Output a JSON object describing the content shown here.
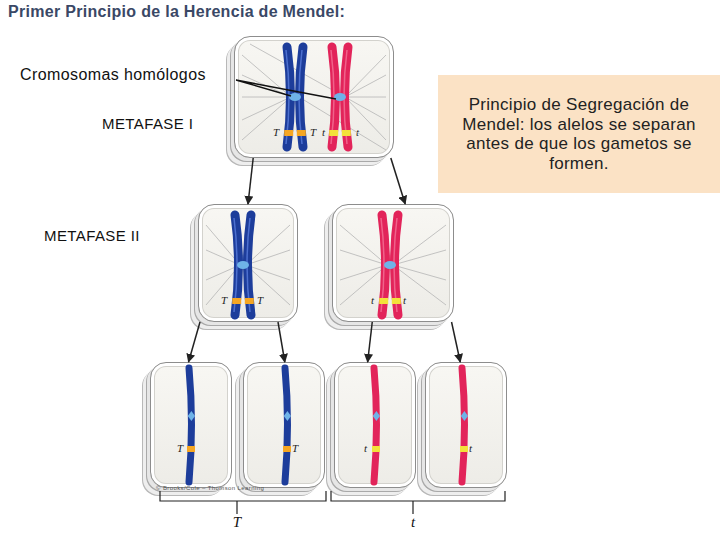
{
  "diagram": {
    "title": "Primer Principio de la Herencia de Mendel:",
    "nodes": [
      {
        "text": [
          "T",
          "T",
          "t",
          "t"
        ]
      },
      {
        "text": [
          "Principio de Segregación de Mendel: los alelos se separan antes de que los gametos se formen."
        ]
      },
      {
        "text": [
          "T",
          "T"
        ]
      },
      {
        "text": [
          "t",
          "t"
        ]
      },
      {
        "text": [
          "T"
        ]
      },
      {
        "text": [
          "T"
        ]
      },
      {
        "text": [
          "t"
        ]
      },
      {
        "text": [
          "t"
        ]
      }
    ],
    "edges": [
      {
        "from": 0,
        "to": 2,
        "arrow": "to"
      },
      {
        "from": 0,
        "to": 3,
        "arrow": "to"
      },
      {
        "from": 2,
        "to": 4,
        "arrow": "to"
      },
      {
        "from": 2,
        "to": 5,
        "arrow": "to"
      },
      {
        "from": 3,
        "to": 6,
        "arrow": "to"
      },
      {
        "from": 3,
        "to": 7,
        "arrow": "to"
      }
    ],
    "labels": [
      "Cromosomas homólogos",
      "METAFASE I",
      "METAFASE II",
      "© Brooks/Cole – Thomson Learning",
      "T",
      "t"
    ]
  }
}
